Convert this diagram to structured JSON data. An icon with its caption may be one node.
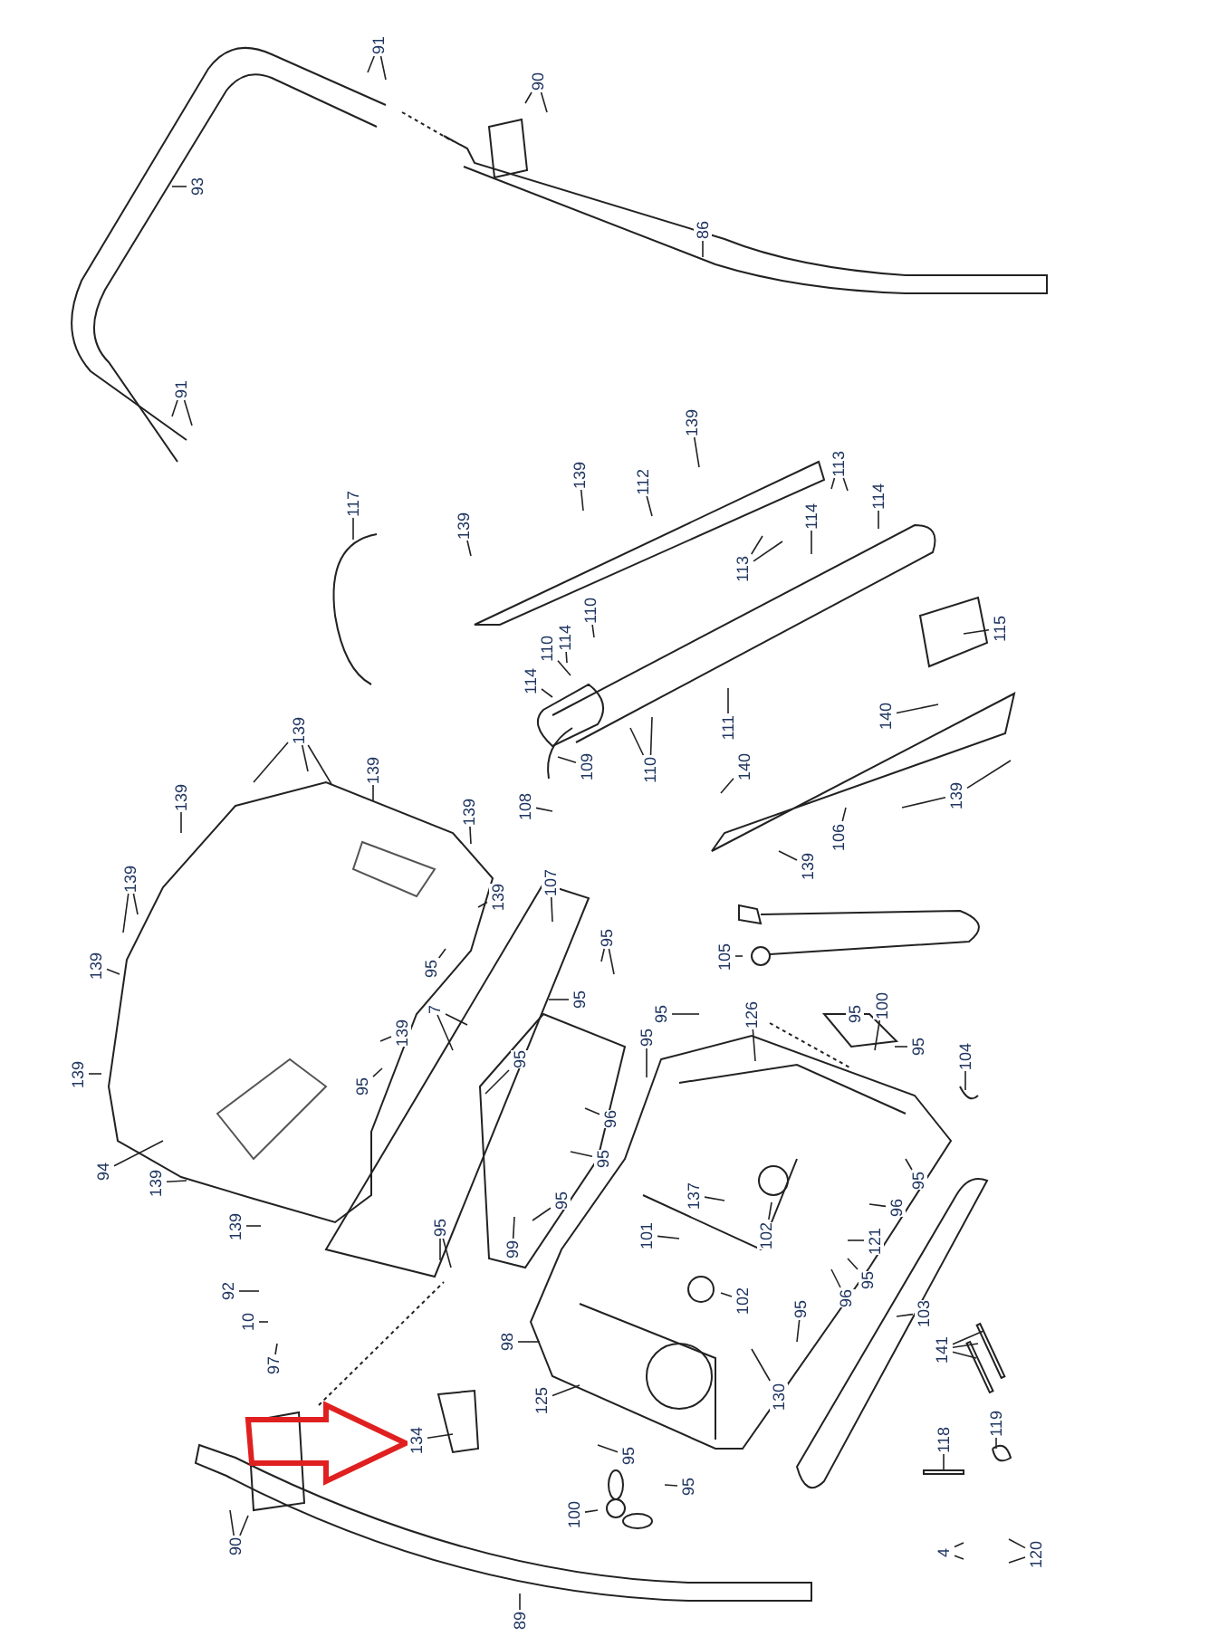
{
  "diagram": {
    "nodes": [
      {
        "text": [
          "91"
        ]
      },
      {
        "text": [
          "90"
        ]
      },
      {
        "text": [
          "93"
        ]
      },
      {
        "text": [
          "86"
        ]
      },
      {
        "text": [
          "91"
        ]
      },
      {
        "text": [
          "117"
        ]
      },
      {
        "text": [
          "139"
        ]
      },
      {
        "text": [
          "139"
        ]
      },
      {
        "text": [
          "112"
        ]
      },
      {
        "text": [
          "139"
        ]
      },
      {
        "text": [
          "113"
        ]
      },
      {
        "text": [
          "114"
        ]
      },
      {
        "text": [
          "114"
        ]
      },
      {
        "text": [
          "113"
        ]
      },
      {
        "text": [
          "115"
        ]
      },
      {
        "text": [
          "110"
        ]
      },
      {
        "text": [
          "114"
        ]
      },
      {
        "text": [
          "110"
        ]
      },
      {
        "text": [
          "114"
        ]
      },
      {
        "text": [
          "111"
        ]
      },
      {
        "text": [
          "109"
        ]
      },
      {
        "text": [
          "110"
        ]
      },
      {
        "text": [
          "108"
        ]
      },
      {
        "text": [
          "140"
        ]
      },
      {
        "text": [
          "140"
        ]
      },
      {
        "text": [
          "139"
        ]
      },
      {
        "text": [
          "106"
        ]
      },
      {
        "text": [
          "139"
        ]
      },
      {
        "text": [
          "139"
        ]
      },
      {
        "text": [
          "139"
        ]
      },
      {
        "text": [
          "139"
        ]
      },
      {
        "text": [
          "139"
        ]
      },
      {
        "text": [
          "139"
        ]
      },
      {
        "text": [
          "139"
        ]
      },
      {
        "text": [
          "139"
        ]
      },
      {
        "text": [
          "107"
        ]
      },
      {
        "text": [
          "95"
        ]
      },
      {
        "text": [
          "95"
        ]
      },
      {
        "text": [
          "95"
        ]
      },
      {
        "text": [
          "7"
        ]
      },
      {
        "text": [
          "139"
        ]
      },
      {
        "text": [
          "95"
        ]
      },
      {
        "text": [
          "95"
        ]
      },
      {
        "text": [
          "139"
        ]
      },
      {
        "text": [
          "94"
        ]
      },
      {
        "text": [
          "139"
        ]
      },
      {
        "text": [
          "139"
        ]
      },
      {
        "text": [
          "95"
        ]
      },
      {
        "text": [
          "99"
        ]
      },
      {
        "text": [
          "96"
        ]
      },
      {
        "text": [
          "95"
        ]
      },
      {
        "text": [
          "95"
        ]
      },
      {
        "text": [
          "105"
        ]
      },
      {
        "text": [
          "95"
        ]
      },
      {
        "text": [
          "95"
        ]
      },
      {
        "text": [
          "126"
        ]
      },
      {
        "text": [
          "95"
        ]
      },
      {
        "text": [
          "100"
        ]
      },
      {
        "text": [
          "95"
        ]
      },
      {
        "text": [
          "104"
        ]
      },
      {
        "text": [
          "137"
        ]
      },
      {
        "text": [
          "101"
        ]
      },
      {
        "text": [
          "102"
        ]
      },
      {
        "text": [
          "102"
        ]
      },
      {
        "text": [
          "95"
        ]
      },
      {
        "text": [
          "96"
        ]
      },
      {
        "text": [
          "121"
        ]
      },
      {
        "text": [
          "95"
        ]
      },
      {
        "text": [
          "96"
        ]
      },
      {
        "text": [
          "95"
        ]
      },
      {
        "text": [
          "103"
        ]
      },
      {
        "text": [
          "141"
        ]
      },
      {
        "text": [
          "92"
        ]
      },
      {
        "text": [
          "10"
        ]
      },
      {
        "text": [
          "97"
        ]
      },
      {
        "text": [
          "98"
        ]
      },
      {
        "text": [
          "125"
        ]
      },
      {
        "text": [
          "130"
        ]
      },
      {
        "text": [
          "134"
        ]
      },
      {
        "text": [
          "118"
        ]
      },
      {
        "text": [
          "119"
        ]
      },
      {
        "text": [
          "95"
        ]
      },
      {
        "text": [
          "95"
        ]
      },
      {
        "text": [
          "100"
        ]
      },
      {
        "text": [
          "90"
        ]
      },
      {
        "text": [
          "4"
        ]
      },
      {
        "text": [
          "120"
        ]
      },
      {
        "text": [
          "89"
        ]
      }
    ],
    "edges": [
      {
        "from": 0,
        "to": null,
        "arrow": "none"
      },
      {
        "from": 0,
        "to": null,
        "arrow": "none"
      },
      {
        "from": 1,
        "to": null,
        "arrow": "none"
      },
      {
        "from": 1,
        "to": null,
        "arrow": "none"
      },
      {
        "from": 2,
        "to": null,
        "arrow": "none"
      },
      {
        "from": 3,
        "to": null,
        "arrow": "none"
      },
      {
        "from": 4,
        "to": null,
        "arrow": "none"
      },
      {
        "from": 4,
        "to": null,
        "arrow": "none"
      },
      {
        "from": 5,
        "to": null,
        "arrow": "none"
      },
      {
        "from": 6,
        "to": null,
        "arrow": "none"
      },
      {
        "from": 7,
        "to": null,
        "arrow": "none"
      },
      {
        "from": 8,
        "to": null,
        "arrow": "none"
      },
      {
        "from": 9,
        "to": null,
        "arrow": "none"
      },
      {
        "from": 10,
        "to": null,
        "arrow": "none"
      },
      {
        "from": 10,
        "to": null,
        "arrow": "none"
      },
      {
        "from": 11,
        "to": null,
        "arrow": "none"
      },
      {
        "from": 12,
        "to": null,
        "arrow": "none"
      },
      {
        "from": 13,
        "to": null,
        "arrow": "none"
      },
      {
        "from": 13,
        "to": null,
        "arrow": "none"
      },
      {
        "from": 14,
        "to": null,
        "arrow": "none"
      },
      {
        "from": 15,
        "to": null,
        "arrow": "none"
      },
      {
        "from": 16,
        "to": null,
        "arrow": "none"
      },
      {
        "from": 17,
        "to": null,
        "arrow": "none"
      },
      {
        "from": 18,
        "to": null,
        "arrow": "none"
      },
      {
        "from": 19,
        "to": null,
        "arrow": "none"
      },
      {
        "from": 20,
        "to": null,
        "arrow": "none"
      },
      {
        "from": 21,
        "to": null,
        "arrow": "none"
      },
      {
        "from": 21,
        "to": null,
        "arrow": "none"
      },
      {
        "from": 22,
        "to": null,
        "arrow": "none"
      },
      {
        "from": 23,
        "to": null,
        "arrow": "none"
      },
      {
        "from": 24,
        "to": null,
        "arrow": "none"
      },
      {
        "from": 25,
        "to": null,
        "arrow": "none"
      },
      {
        "from": 25,
        "to": null,
        "arrow": "none"
      },
      {
        "from": 26,
        "to": null,
        "arrow": "none"
      },
      {
        "from": 27,
        "to": null,
        "arrow": "none"
      },
      {
        "from": 28,
        "to": null,
        "arrow": "none"
      },
      {
        "from": 28,
        "to": null,
        "arrow": "none"
      },
      {
        "from": 28,
        "to": null,
        "arrow": "none"
      },
      {
        "from": 29,
        "to": null,
        "arrow": "none"
      },
      {
        "from": 30,
        "to": null,
        "arrow": "none"
      },
      {
        "from": 31,
        "to": null,
        "arrow": "none"
      },
      {
        "from": 32,
        "to": null,
        "arrow": "none"
      },
      {
        "from": 32,
        "to": null,
        "arrow": "none"
      },
      {
        "from": 33,
        "to": null,
        "arrow": "none"
      },
      {
        "from": 34,
        "to": null,
        "arrow": "none"
      },
      {
        "from": 35,
        "to": null,
        "arrow": "none"
      },
      {
        "from": 36,
        "to": null,
        "arrow": "none"
      },
      {
        "from": 36,
        "to": null,
        "arrow": "none"
      },
      {
        "from": 37,
        "to": null,
        "arrow": "none"
      },
      {
        "from": 38,
        "to": null,
        "arrow": "none"
      },
      {
        "from": 39,
        "to": null,
        "arrow": "none"
      },
      {
        "from": 39,
        "to": null,
        "arrow": "none"
      },
      {
        "from": 40,
        "to": null,
        "arrow": "none"
      },
      {
        "from": 41,
        "to": null,
        "arrow": "none"
      },
      {
        "from": 42,
        "to": null,
        "arrow": "none"
      },
      {
        "from": 43,
        "to": null,
        "arrow": "none"
      },
      {
        "from": 44,
        "to": null,
        "arrow": "none"
      },
      {
        "from": 45,
        "to": null,
        "arrow": "none"
      },
      {
        "from": 46,
        "to": null,
        "arrow": "none"
      },
      {
        "from": 47,
        "to": null,
        "arrow": "none"
      },
      {
        "from": 47,
        "to": null,
        "arrow": "none"
      },
      {
        "from": 48,
        "to": null,
        "arrow": "none"
      },
      {
        "from": 49,
        "to": null,
        "arrow": "none"
      },
      {
        "from": 50,
        "to": null,
        "arrow": "none"
      },
      {
        "from": 51,
        "to": null,
        "arrow": "none"
      },
      {
        "from": 52,
        "to": null,
        "arrow": "none"
      },
      {
        "from": 53,
        "to": null,
        "arrow": "none"
      },
      {
        "from": 54,
        "to": null,
        "arrow": "none"
      },
      {
        "from": 55,
        "to": null,
        "arrow": "none"
      },
      {
        "from": 56,
        "to": null,
        "arrow": "none"
      },
      {
        "from": 57,
        "to": null,
        "arrow": "none"
      },
      {
        "from": 58,
        "to": null,
        "arrow": "none"
      },
      {
        "from": 59,
        "to": null,
        "arrow": "none"
      },
      {
        "from": 60,
        "to": null,
        "arrow": "none"
      },
      {
        "from": 61,
        "to": null,
        "arrow": "none"
      },
      {
        "from": 62,
        "to": null,
        "arrow": "none"
      },
      {
        "from": 63,
        "to": null,
        "arrow": "none"
      },
      {
        "from": 64,
        "to": null,
        "arrow": "none"
      },
      {
        "from": 65,
        "to": null,
        "arrow": "none"
      },
      {
        "from": 66,
        "to": null,
        "arrow": "none"
      },
      {
        "from": 67,
        "to": null,
        "arrow": "none"
      },
      {
        "from": 68,
        "to": null,
        "arrow": "none"
      },
      {
        "from": 69,
        "to": null,
        "arrow": "none"
      },
      {
        "from": 70,
        "to": null,
        "arrow": "none"
      },
      {
        "from": 71,
        "to": null,
        "arrow": "none"
      },
      {
        "from": 71,
        "to": null,
        "arrow": "none"
      },
      {
        "from": 71,
        "to": null,
        "arrow": "none"
      },
      {
        "from": 72,
        "to": null,
        "arrow": "none"
      },
      {
        "from": 73,
        "to": null,
        "arrow": "none"
      },
      {
        "from": 74,
        "to": null,
        "arrow": "none"
      },
      {
        "from": 75,
        "to": null,
        "arrow": "none"
      },
      {
        "from": 76,
        "to": null,
        "arrow": "none"
      },
      {
        "from": 77,
        "to": null,
        "arrow": "none"
      },
      {
        "from": 78,
        "to": null,
        "arrow": "none"
      },
      {
        "from": 79,
        "to": null,
        "arrow": "none"
      },
      {
        "from": 80,
        "to": null,
        "arrow": "none"
      },
      {
        "from": 81,
        "to": null,
        "arrow": "none"
      },
      {
        "from": 82,
        "to": null,
        "arrow": "none"
      },
      {
        "from": 83,
        "to": null,
        "arrow": "none"
      },
      {
        "from": 84,
        "to": null,
        "arrow": "none"
      },
      {
        "from": 84,
        "to": null,
        "arrow": "none"
      },
      {
        "from": 85,
        "to": null,
        "arrow": "none"
      },
      {
        "from": 85,
        "to": null,
        "arrow": "none"
      },
      {
        "from": 86,
        "to": null,
        "arrow": "none"
      },
      {
        "from": 86,
        "to": null,
        "arrow": "none"
      },
      {
        "from": 87,
        "to": null,
        "arrow": "none"
      }
    ]
  }
}
